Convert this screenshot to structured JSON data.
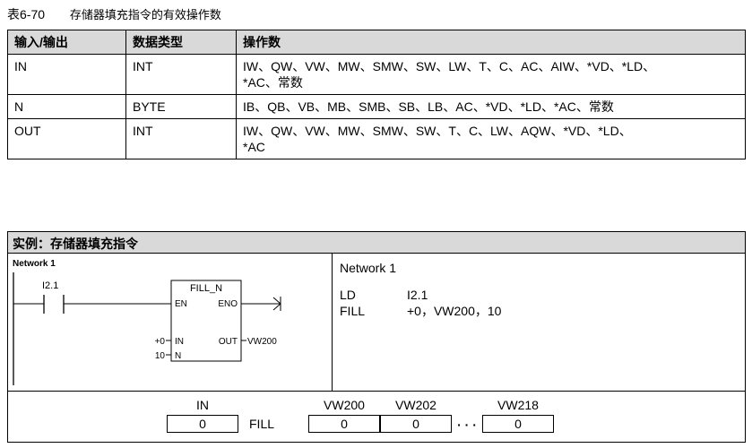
{
  "caption": {
    "number": "表6-70",
    "title": "存储器填充指令的有效操作数"
  },
  "table": {
    "headers": [
      "输入/输出",
      "数据类型",
      "操作数"
    ],
    "rows": [
      {
        "io": "IN",
        "type": "INT",
        "operands_line1": "IW、QW、VW、MW、SMW、SW、LW、T、C、AC、AIW、*VD、*LD、",
        "operands_line2": "*AC、常数"
      },
      {
        "io": "N",
        "type": "BYTE",
        "operands_line1": "IB、QB、VB、MB、SMB、SB、LB、AC、*VD、*LD、*AC、常数",
        "operands_line2": ""
      },
      {
        "io": "OUT",
        "type": "INT",
        "operands_line1": "IW、QW、VW、MW、SMW、SW、T、C、LW、AQW、*VD、*LD、",
        "operands_line2": "*AC"
      }
    ]
  },
  "example": {
    "title": "实例：存储器填充指令",
    "ladder": {
      "network_label": "Network 1",
      "contact_address": "I2.1",
      "box_title": "FILL_N",
      "pin_en": "EN",
      "pin_eno": "ENO",
      "pin_in": "IN",
      "pin_n": "N",
      "pin_out": "OUT",
      "in_value": "+0",
      "n_value": "10",
      "out_value": "VW200"
    },
    "stl": {
      "network_label": "Network 1",
      "line1_op": "LD",
      "line1_arg": "I2.1",
      "line2_op": "FILL",
      "line2_arg": "+0，VW200，10"
    },
    "diagram": {
      "in_label": "IN",
      "in_value": "0",
      "fill_label": "FILL",
      "cells": [
        {
          "label": "VW200",
          "value": "0"
        },
        {
          "label": "VW202",
          "value": "0"
        },
        {
          "label": "VW218",
          "value": "0"
        }
      ],
      "ellipsis": "· · ·"
    }
  }
}
